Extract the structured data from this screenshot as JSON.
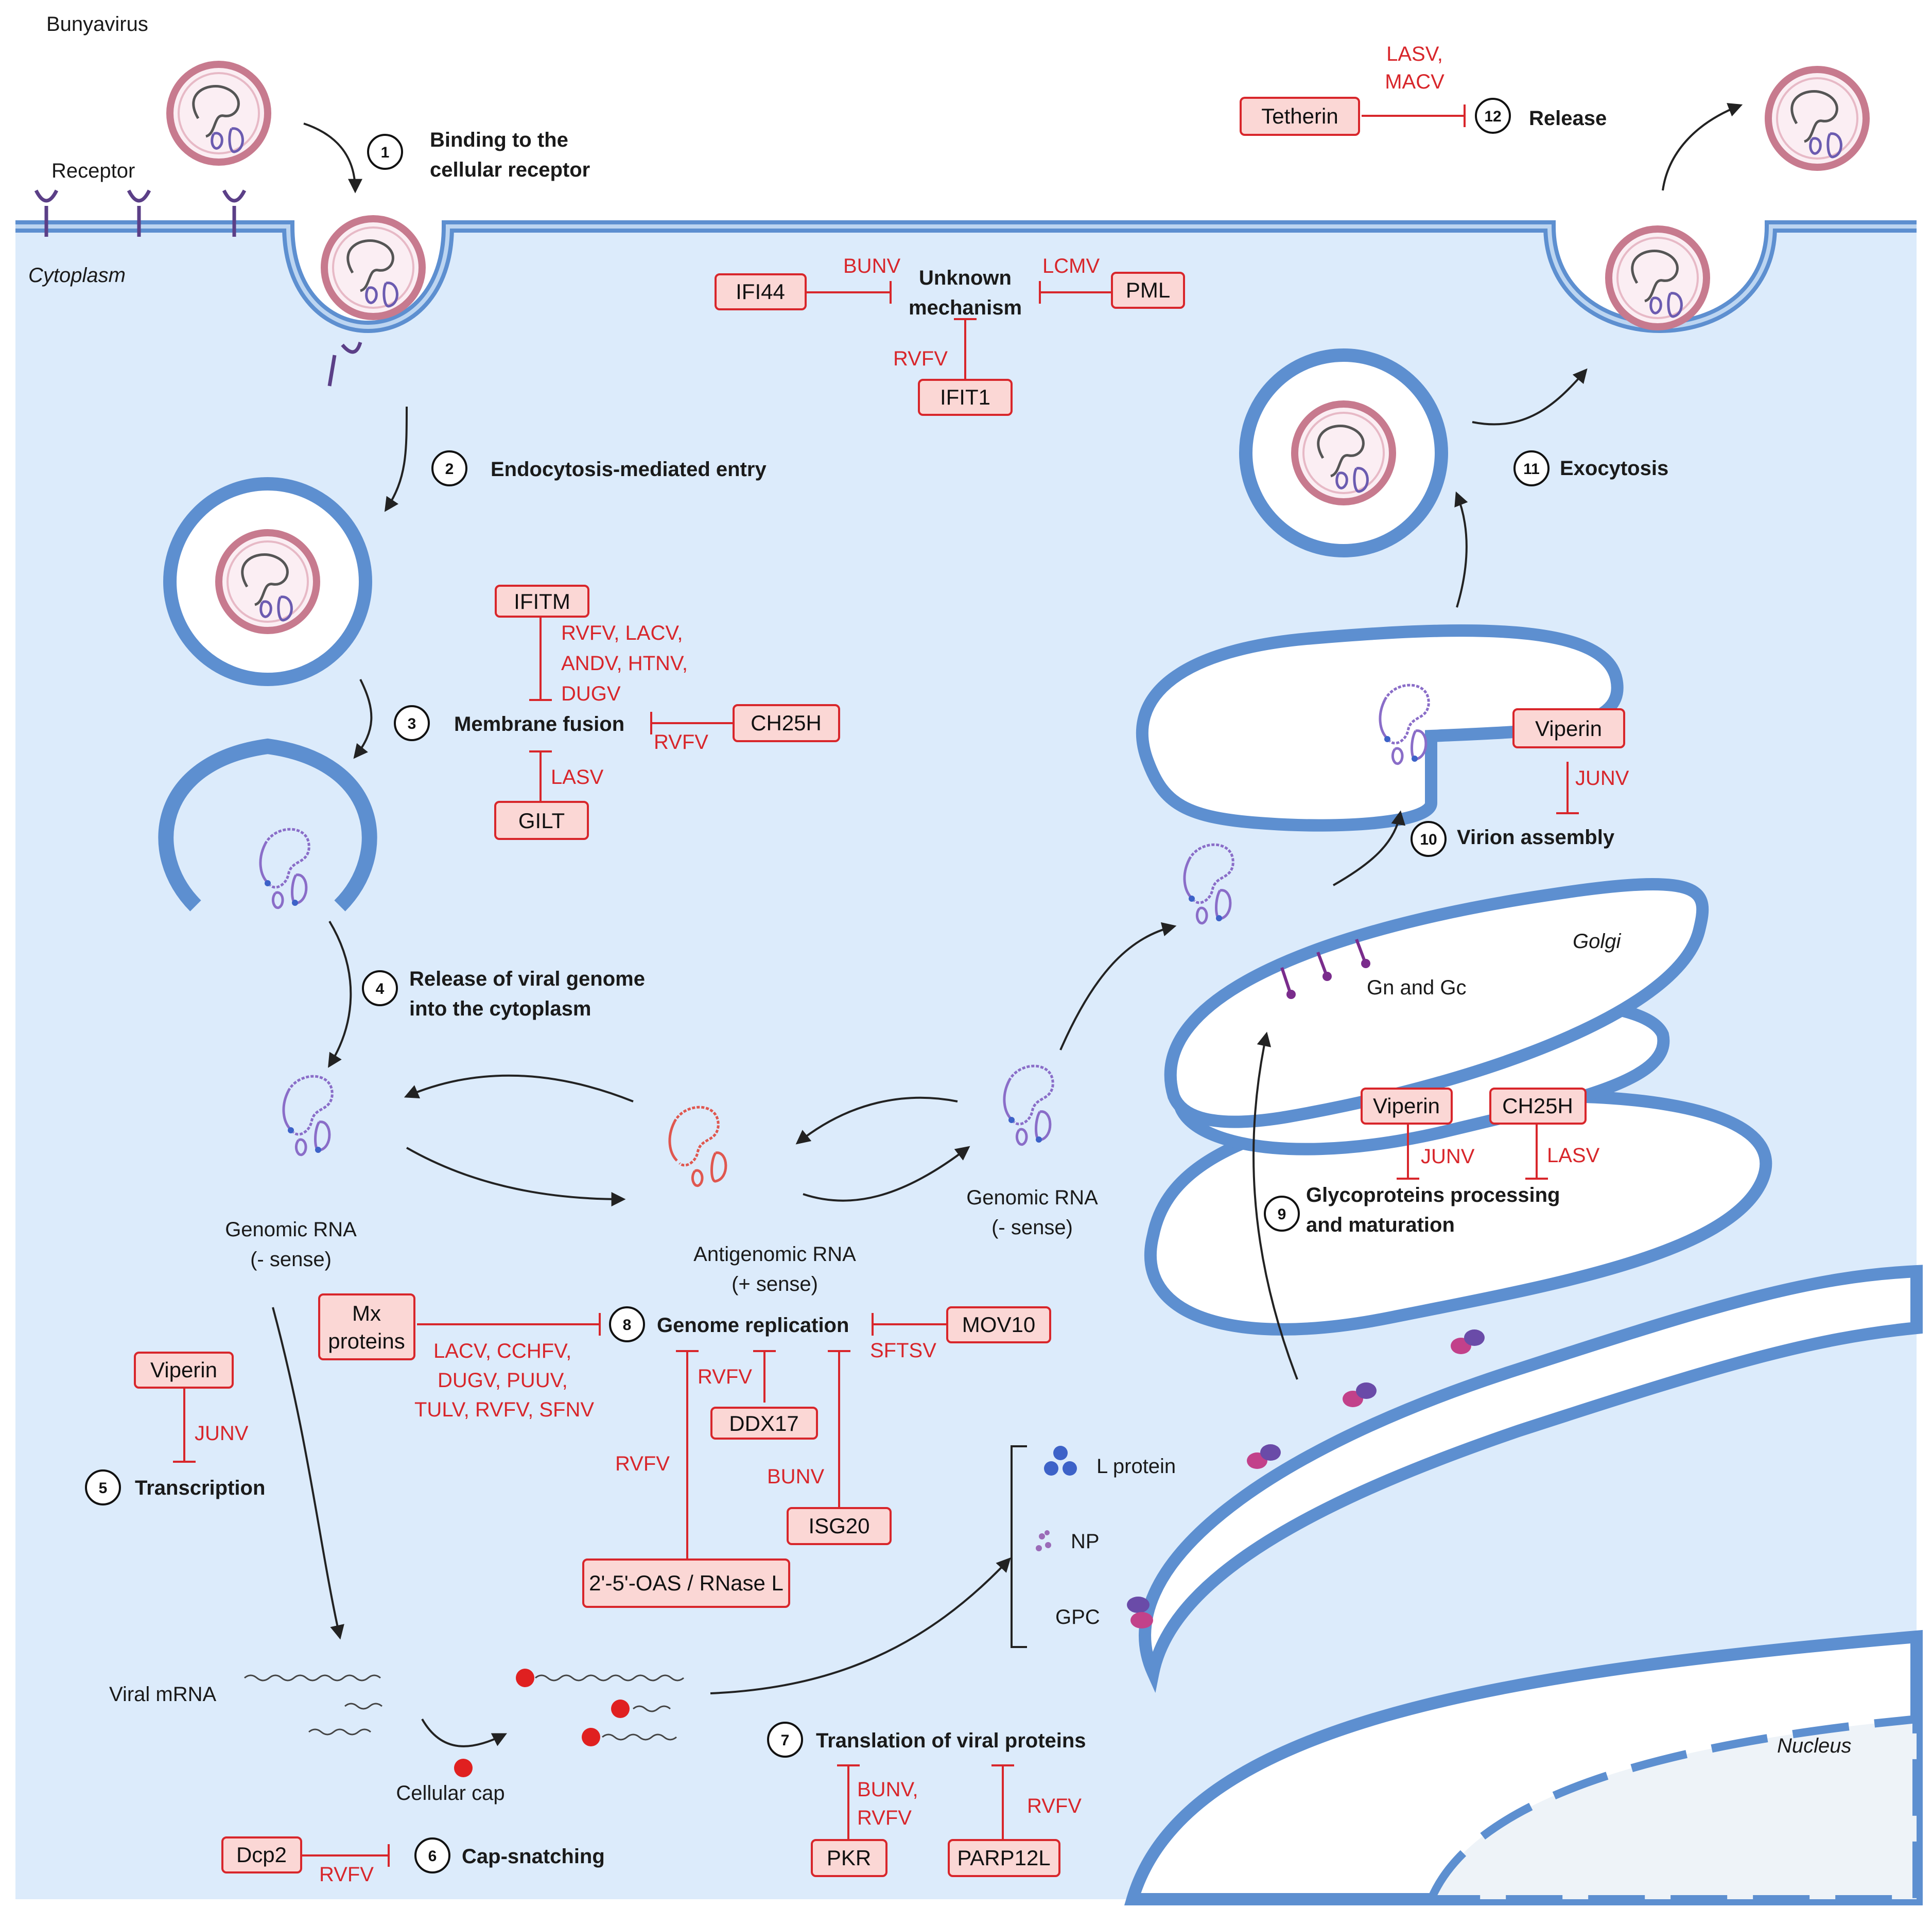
{
  "labels": {
    "bunyavirus": "Bunyavirus",
    "receptor": "Receptor",
    "cytoplasm": "Cytoplasm",
    "golgi": "Golgi",
    "nucleus": "Nucleus",
    "gn_gc": "Gn and Gc",
    "genomic_rna_1_l1": "Genomic RNA",
    "genomic_rna_1_l2": "(- sense)",
    "genomic_rna_2_l1": "Genomic RNA",
    "genomic_rna_2_l2": "(- sense)",
    "antigenomic_l1": "Antigenomic RNA",
    "antigenomic_l2": "(+ sense)",
    "viral_mrna": "Viral mRNA",
    "cellular_cap": "Cellular cap",
    "l_protein": "L protein",
    "np": "NP",
    "gpc": "GPC",
    "unknown_l1": "Unknown",
    "unknown_l2": "mechanism"
  },
  "steps": [
    {
      "num": "1",
      "l1": "Binding to the",
      "l2": "cellular receptor"
    },
    {
      "num": "2",
      "l1": "Endocytosis-mediated entry",
      "l2": ""
    },
    {
      "num": "3",
      "l1": "Membrane fusion",
      "l2": ""
    },
    {
      "num": "4",
      "l1": "Release of viral genome",
      "l2": "into the cytoplasm"
    },
    {
      "num": "5",
      "l1": "Transcription",
      "l2": ""
    },
    {
      "num": "6",
      "l1": "Cap-snatching",
      "l2": ""
    },
    {
      "num": "7",
      "l1": "Translation of viral proteins",
      "l2": ""
    },
    {
      "num": "8",
      "l1": "Genome replication",
      "l2": ""
    },
    {
      "num": "9",
      "l1": "Glycoproteins processing",
      "l2": "and maturation"
    },
    {
      "num": "10",
      "l1": "Virion assembly",
      "l2": ""
    },
    {
      "num": "11",
      "l1": "Exocytosis",
      "l2": ""
    },
    {
      "num": "12",
      "l1": "Release",
      "l2": ""
    }
  ],
  "factors": {
    "tetherin": "Tetherin",
    "ifi44": "IFI44",
    "pml": "PML",
    "ifit1": "IFIT1",
    "ifitm": "IFITM",
    "ch25h_1": "CH25H",
    "gilt": "GILT",
    "viperin_1": "Viperin",
    "viperin_2": "Viperin",
    "ch25h_2": "CH25H",
    "viperin_3": "Viperin",
    "mx_l1": "Mx",
    "mx_l2": "proteins",
    "mov10": "MOV10",
    "ddx17": "DDX17",
    "isg20": "ISG20",
    "oas": "2'-5'-OAS / RNase L",
    "dcp2": "Dcp2",
    "pkr": "PKR",
    "parp12l": "PARP12L"
  },
  "viruses": {
    "lasv_macv_1": "LASV,",
    "lasv_macv_2": "MACV",
    "bunv_1": "BUNV",
    "lcmv": "LCMV",
    "rvfv_ifit1": "RVFV",
    "ifitm_1": "RVFV, LACV,",
    "ifitm_2": "ANDV, HTNV,",
    "ifitm_3": "DUGV",
    "rvfv_ch25h": "RVFV",
    "lasv_gilt": "LASV",
    "junv_assembly": "JUNV",
    "junv_glyco": "JUNV",
    "lasv_glyco": "LASV",
    "mx_1": "LACV, CCHFV,",
    "mx_2": "DUGV,  PUUV,",
    "mx_3": "TULV, RVFV, SFNV",
    "sftsv": "SFTSV",
    "rvfv_ddx17": "RVFV",
    "rvfv_oas": "RVFV",
    "bunv_isg20": "BUNV",
    "junv_transcription": "JUNV",
    "rvfv_dcp2": "RVFV",
    "pkr_1": "BUNV,",
    "pkr_2": "RVFV",
    "rvfv_parp": "RVFV"
  },
  "colors": {
    "cytoplasm": "#dcebfb",
    "membrane": "#5d8fd0",
    "inhibitor": "#d8262b",
    "factor_box": "#fbd7d5",
    "virus_envelope": "#c77a8e",
    "spike": "#7a2c8c",
    "rna": "#8a6dc8",
    "antigenomic_rna": "#e0574f",
    "cap": "#e02020",
    "l_protein": "#3d62c8",
    "np": "#9b6bb8",
    "gpc_a": "#c2418a",
    "gpc_b": "#6a4ba8"
  }
}
